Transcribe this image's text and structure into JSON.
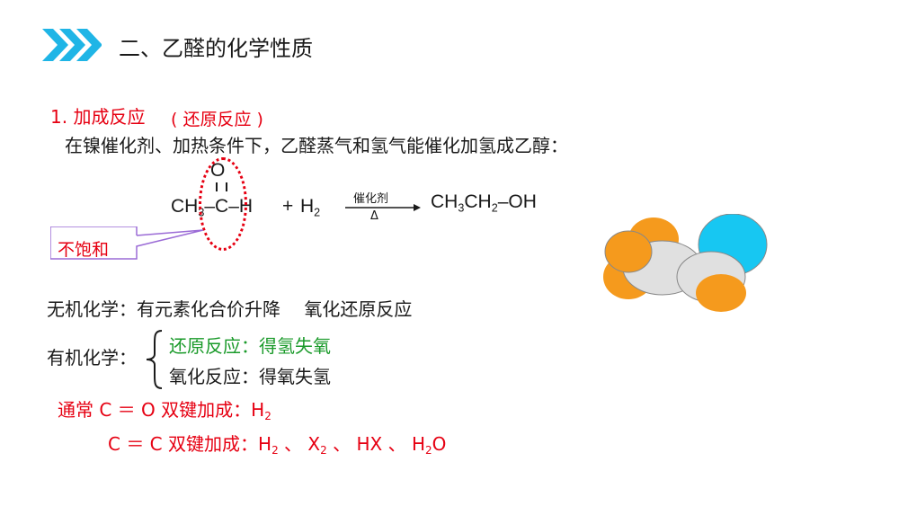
{
  "title": "二、乙醛的化学性质",
  "section": {
    "heading": "1. 加成反应",
    "heading_note": "( 还原反应 )",
    "intro": "在镍催化剂、加热条件下，乙醛蒸气和氢气能催化加氢成乙醇："
  },
  "equation": {
    "oxygen": "O",
    "reactant_c1": "CH",
    "reactant_sub": "3",
    "reactant_tail": "–C–H",
    "plus": "+",
    "h2": "H",
    "h2_sub": "2",
    "catalyst": "催化剂",
    "heat": "Δ",
    "p1": "CH",
    "p1_sub": "3",
    "p2": "CH",
    "p2_sub": "2",
    "p3": "–OH"
  },
  "callout": "不饱和",
  "inorganic": "无机化学：有元素化合价升降　 氧化还原反应",
  "organic": {
    "label": "有机化学：",
    "reduction": "还原反应：得氢失氧",
    "oxidation": "氧化反应：得氧失氢"
  },
  "rule1": {
    "text": "通常 C ＝ O 双键加成：",
    "h": "H",
    "sub": "2"
  },
  "rule2": {
    "text": "C ＝ C 双键加成：",
    "h2": "H",
    "h2_sub": "2",
    "sep1": " 、 ",
    "x2": "X",
    "x2_sub": "2",
    "sep2": " 、 ",
    "hx": "HX",
    "sep3": " 、 ",
    "h2o_h": "H",
    "h2o_sub": "2",
    "h2o_o": "O"
  },
  "colors": {
    "accent": "#1fb5e6",
    "red": "#e60012",
    "green": "#1a9a2a",
    "callout_border": "#9b6bd6",
    "orange": "#f59a1d",
    "cyan": "#17c7f2",
    "gray": "#e0e0e0"
  }
}
